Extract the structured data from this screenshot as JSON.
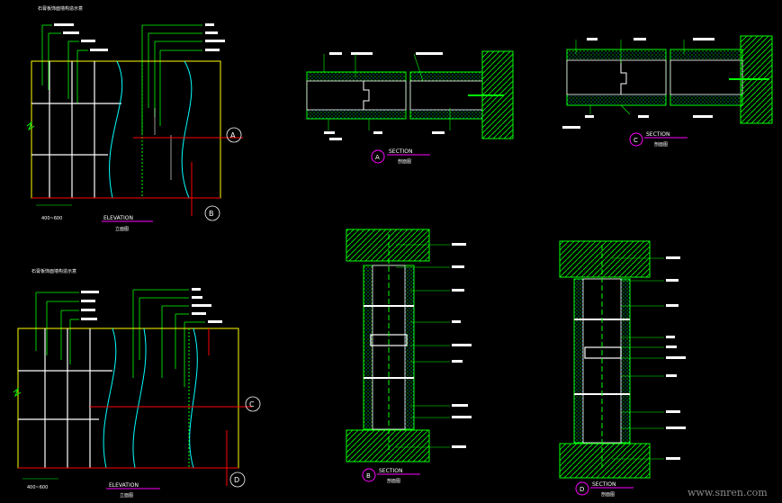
{
  "drawing": {
    "elev1": {
      "caption": "ELEVATION",
      "sub": "立面图",
      "note": "石膏板饰面墙构造示意",
      "dim": "400~600",
      "tags": [
        "A",
        "B"
      ]
    },
    "elev2": {
      "caption": "ELEVATION",
      "sub": "立面图",
      "note": "石膏板饰面墙构造示意",
      "dim": "400~600",
      "tags": [
        "C",
        "D"
      ]
    },
    "secA": {
      "tag": "A",
      "caption": "SECTION",
      "sub": "剖面图"
    },
    "secC": {
      "tag": "C",
      "caption": "SECTION",
      "sub": "剖面图"
    },
    "secB": {
      "tag": "B",
      "caption": "SECTION",
      "sub": "剖面图"
    },
    "secD": {
      "tag": "D",
      "caption": "SECTION",
      "sub": "剖面图"
    },
    "watermark": "www.snren.com"
  },
  "colors": {
    "bg": "#000000",
    "green": "#00ff00",
    "cyan": "#00ffff",
    "yellow": "#ffff00",
    "red": "#ff0000",
    "magenta": "#ff00ff",
    "white": "#ffffff"
  }
}
